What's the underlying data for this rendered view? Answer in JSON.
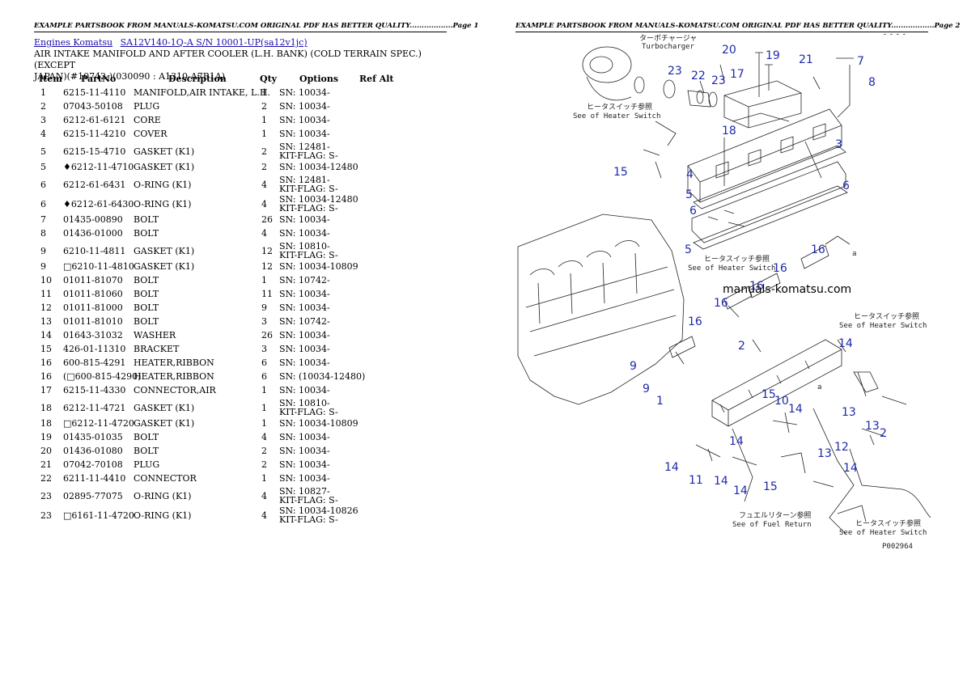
{
  "page1": {
    "header": "EXAMPLE PARTSBOOK FROM MANUALS-KOMATSU.COM ORIGINAL PDF HAS BETTER QUALITY..................Page 1",
    "breadcrumb": [
      "Engines Komatsu",
      "SA12V140-1Q-A S/N 10001-UP(sa12v1jc)"
    ],
    "title_line1": "AIR INTAKE MANIFOLD AND AFTER COOLER (L.H. BANK) (COLD TERRAIN SPEC.) (EXCEPT",
    "title_line2": "JAPAN)(#10742-)(030090 : A1310-A7B1A)",
    "columns": [
      "Item",
      "PartNo",
      "Description",
      "Qty",
      "Options",
      "Ref Alt"
    ],
    "rows": [
      {
        "item": "1",
        "part": "6215-11-4110",
        "desc": "MANIFOLD,AIR INTAKE, L.H.",
        "qty": "1",
        "opt1": "SN: 10034-",
        "opt2": ""
      },
      {
        "item": "2",
        "part": "07043-50108",
        "desc": "PLUG",
        "qty": "2",
        "opt1": "SN: 10034-",
        "opt2": ""
      },
      {
        "item": "3",
        "part": "6212-61-6121",
        "desc": "CORE",
        "qty": "1",
        "opt1": "SN: 10034-",
        "opt2": ""
      },
      {
        "item": "4",
        "part": "6215-11-4210",
        "desc": "COVER",
        "qty": "1",
        "opt1": "SN: 10034-",
        "opt2": ""
      },
      {
        "item": "5",
        "part": "6215-15-4710",
        "desc": "GASKET (K1)",
        "qty": "2",
        "opt1": "SN: 12481-",
        "opt2": "KIT-FLAG: S-"
      },
      {
        "item": "5",
        "part": "♦6212-11-4710",
        "desc": "GASKET (K1)",
        "qty": "2",
        "opt1": "SN: 10034-12480",
        "opt2": ""
      },
      {
        "item": "6",
        "part": "6212-61-6431",
        "desc": "O-RING (K1)",
        "qty": "4",
        "opt1": "SN: 12481-",
        "opt2": "KIT-FLAG: S-"
      },
      {
        "item": "6",
        "part": "♦6212-61-6430",
        "desc": "O-RING (K1)",
        "qty": "4",
        "opt1": "SN: 10034-12480",
        "opt2": "KIT-FLAG: S-"
      },
      {
        "item": "7",
        "part": "01435-00890",
        "desc": "BOLT",
        "qty": "26",
        "opt1": "SN: 10034-",
        "opt2": ""
      },
      {
        "item": "8",
        "part": "01436-01000",
        "desc": "BOLT",
        "qty": "4",
        "opt1": "SN: 10034-",
        "opt2": ""
      },
      {
        "item": "9",
        "part": "6210-11-4811",
        "desc": "GASKET (K1)",
        "qty": "12",
        "opt1": "SN: 10810-",
        "opt2": "KIT-FLAG: S-"
      },
      {
        "item": "9",
        "part": "□6210-11-4810",
        "desc": "GASKET (K1)",
        "qty": "12",
        "opt1": "SN: 10034-10809",
        "opt2": ""
      },
      {
        "item": "10",
        "part": "01011-81070",
        "desc": "BOLT",
        "qty": "1",
        "opt1": "SN: 10742-",
        "opt2": ""
      },
      {
        "item": "11",
        "part": "01011-81060",
        "desc": "BOLT",
        "qty": "11",
        "opt1": "SN: 10034-",
        "opt2": ""
      },
      {
        "item": "12",
        "part": "01011-81000",
        "desc": "BOLT",
        "qty": "9",
        "opt1": "SN: 10034-",
        "opt2": ""
      },
      {
        "item": "13",
        "part": "01011-81010",
        "desc": "BOLT",
        "qty": "3",
        "opt1": "SN: 10742-",
        "opt2": ""
      },
      {
        "item": "14",
        "part": "01643-31032",
        "desc": "WASHER",
        "qty": "26",
        "opt1": "SN: 10034-",
        "opt2": ""
      },
      {
        "item": "15",
        "part": "426-01-11310",
        "desc": "BRACKET",
        "qty": "3",
        "opt1": "SN: 10034-",
        "opt2": ""
      },
      {
        "item": "16",
        "part": "600-815-4291",
        "desc": "HEATER,RIBBON",
        "qty": "6",
        "opt1": "SN: 10034-",
        "opt2": ""
      },
      {
        "item": "16",
        "part": "(□600-815-4290)",
        "desc": "HEATER,RIBBON",
        "qty": "6",
        "opt1": "SN: (10034-12480)",
        "opt2": ""
      },
      {
        "item": "17",
        "part": "6215-11-4330",
        "desc": "CONNECTOR,AIR",
        "qty": "1",
        "opt1": "SN: 10034-",
        "opt2": ""
      },
      {
        "item": "18",
        "part": "6212-11-4721",
        "desc": "GASKET (K1)",
        "qty": "1",
        "opt1": "SN: 10810-",
        "opt2": "KIT-FLAG: S-"
      },
      {
        "item": "18",
        "part": "□6212-11-4720",
        "desc": "GASKET (K1)",
        "qty": "1",
        "opt1": "SN: 10034-10809",
        "opt2": ""
      },
      {
        "item": "19",
        "part": "01435-01035",
        "desc": "BOLT",
        "qty": "4",
        "opt1": "SN: 10034-",
        "opt2": ""
      },
      {
        "item": "20",
        "part": "01436-01080",
        "desc": "BOLT",
        "qty": "2",
        "opt1": "SN: 10034-",
        "opt2": ""
      },
      {
        "item": "21",
        "part": "07042-70108",
        "desc": "PLUG",
        "qty": "2",
        "opt1": "SN: 10034-",
        "opt2": ""
      },
      {
        "item": "22",
        "part": "6211-11-4410",
        "desc": "CONNECTOR",
        "qty": "1",
        "opt1": "SN: 10034-",
        "opt2": ""
      },
      {
        "item": "23",
        "part": "02895-77075",
        "desc": "O-RING (K1)",
        "qty": "4",
        "opt1": "SN: 10827-",
        "opt2": "KIT-FLAG: S-"
      },
      {
        "item": "23",
        "part": "□6161-11-4720",
        "desc": "O-RING (K1)",
        "qty": "4",
        "opt1": "SN: 10034-10826",
        "opt2": "KIT-FLAG: S-"
      }
    ]
  },
  "page2": {
    "header": "EXAMPLE PARTSBOOK FROM MANUALS-KOMATSU.COM ORIGINAL PDF HAS BETTER QUALITY..................Page 2",
    "dashes": "- - - -",
    "watermark": "manuals-komatsu.com",
    "ref_code": "P002964",
    "notes": {
      "turbo_jp": "ターボチャージャ",
      "turbo_en": "Turbocharger",
      "heater_jp": "ヒータスイッチ参照",
      "heater_en": "See of Heater Switch",
      "fuel_jp": "フュエルリターン参照",
      "fuel_en": "See of Fuel Return",
      "mark_a": "a"
    },
    "callouts": [
      "20",
      "19",
      "21",
      "7",
      "8",
      "23",
      "22",
      "23",
      "17",
      "18",
      "3",
      "4",
      "6",
      "5",
      "6",
      "5",
      "15",
      "16",
      "16",
      "16",
      "16",
      "9",
      "16",
      "9",
      "1",
      "2",
      "14",
      "15",
      "10",
      "14",
      "13",
      "13",
      "2",
      "14",
      "12",
      "14",
      "11",
      "14",
      "14",
      "15",
      "13",
      "14"
    ]
  }
}
